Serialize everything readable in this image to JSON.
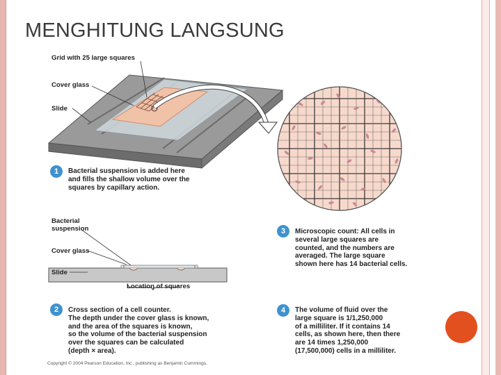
{
  "slide": {
    "title": "MENGHITUNG LANGSUNG"
  },
  "figure": {
    "labels": {
      "grid": "Grid with 25 large squares",
      "cover_glass_top": "Cover glass",
      "slide_top": "Slide",
      "bacterial_suspension": "Bacterial\nsuspension",
      "cover_glass_cross": "Cover glass",
      "slide_cross": "Slide",
      "location_of_squares": "Location of squares"
    },
    "steps": [
      {
        "number": "1",
        "text": "Bacterial suspension is added here\nand fills the shallow volume over the\nsquares by capillary action."
      },
      {
        "number": "2",
        "text": "Cross section of a cell counter.\nThe depth under the cover glass is known,\nand the area of the squares is known,\nso the volume of the bacterial suspension\nover the squares can be calculated\n(depth × area)."
      },
      {
        "number": "3",
        "text": "Microscopic count: All cells in\nseveral large squares are\ncounted, and the numbers are\naveraged.  The large square\nshown here has 14 bacterial cells."
      },
      {
        "number": "4",
        "text": "The volume of fluid over the\nlarge square is 1/1,250,000\nof a milliliter.  If it contains 14\ncells, as shown here, then there\nare 14 times 1,250,000\n(17,500,000) cells in a milliliter."
      }
    ],
    "copyright": "Copyright © 2004 Pearson Education, Inc., publishing as Benjamin Cummings."
  },
  "colors": {
    "frame": "#e8b8b0",
    "callout_badge": "#3f92cf",
    "accent_dot": "#e3501f",
    "grid_fill": "#f5d5c8",
    "cell": "#c98a93"
  }
}
